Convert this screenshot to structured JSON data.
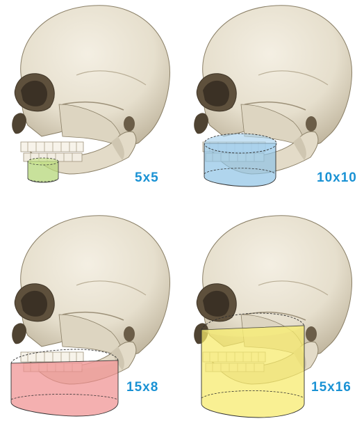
{
  "panels": [
    {
      "label": "5x5",
      "fov_color": "#b5d77a"
    },
    {
      "label": "10x10",
      "fov_color": "#8ec3e6"
    },
    {
      "label": "15x8",
      "fov_color": "#ef8f8f"
    },
    {
      "label": "15x16",
      "fov_color": "#f6ea6a"
    }
  ],
  "colors": {
    "label": "#1a92d4",
    "bone": "#e9e2d2",
    "bone_shade": "#c9bfa8",
    "outline": "#4a4030"
  }
}
